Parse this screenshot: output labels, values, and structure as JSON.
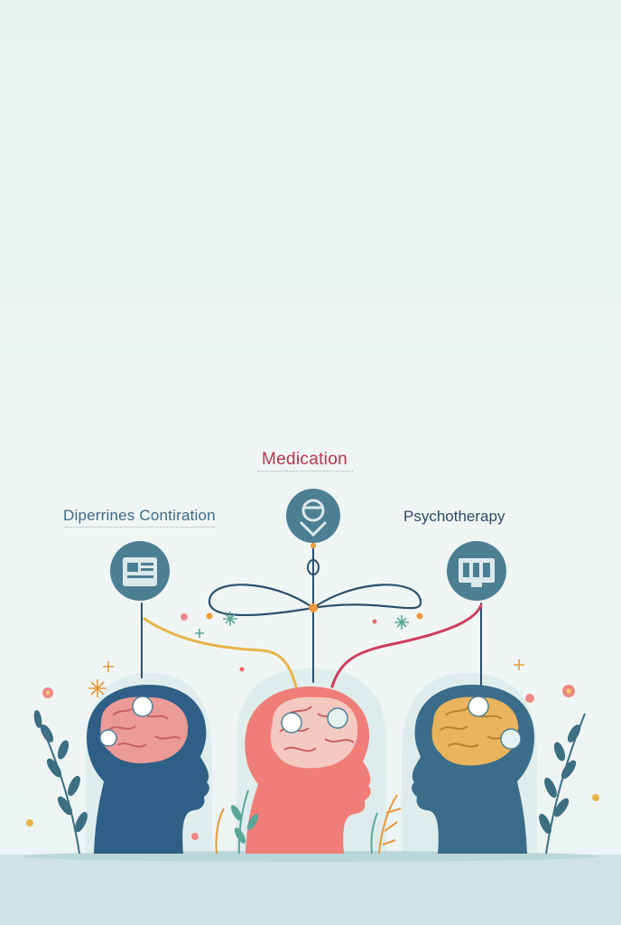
{
  "diagram": {
    "nodes": [
      {
        "id": "left",
        "title": "Diperrines Contiration",
        "color": "#3e6a86",
        "icon": "document-icon"
      },
      {
        "id": "center",
        "title": "Medication",
        "color": "#b5364b",
        "icon": "head-figure-icon"
      },
      {
        "id": "right",
        "title": "Psychotherapy",
        "color": "#2c4a66",
        "icon": "monitor-icon"
      }
    ],
    "heads": [
      {
        "id": "left-head",
        "head_color": "#2f5f86",
        "brain_color": "#ec9a98"
      },
      {
        "id": "center-head",
        "head_color": "#f07e78",
        "brain_color": "#f4c9c2"
      },
      {
        "id": "right-head",
        "head_color": "#3b6c8a",
        "brain_color": "#e9b45c"
      }
    ],
    "connector_colors": [
      "#e8b44a",
      "#ce3d5c",
      "#2d4f6c"
    ],
    "background": "#eef5f4"
  }
}
